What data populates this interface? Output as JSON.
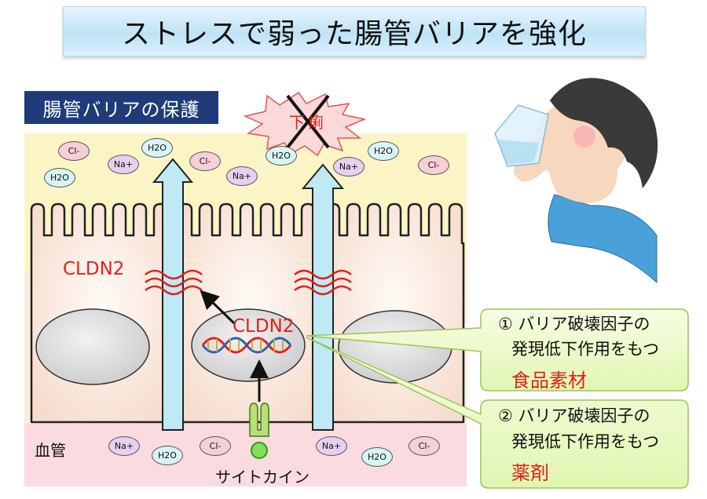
{
  "title": "ストレスで弱った腸管バリアを強化",
  "section_label": "腸管バリアの保護",
  "diarrhea_label": "下痢",
  "gene_label_left": "CLDN2",
  "gene_label_nucleus": "CLDN2",
  "vessel_label": "血管",
  "cytokine_label": "サイトカイン",
  "ions": {
    "h2o": "H2O",
    "na": "Na+",
    "cl": "Cl-"
  },
  "callout1": {
    "line1": "① バリア破壊因子の",
    "line2": "発現低下作用をもつ",
    "highlight": "食品素材"
  },
  "callout2": {
    "line1": "② バリア破壊因子の",
    "line2": "発現低下作用をもつ",
    "highlight": "薬剤"
  },
  "colors": {
    "lumen": "#fbf5c6",
    "blood": "#f9dbe0",
    "cell": "#f9e3d6",
    "arrow": "#bfe9f5",
    "accent_red": "#e0211b",
    "navy": "#1f3b7a",
    "callout": "#f0fbd2"
  }
}
